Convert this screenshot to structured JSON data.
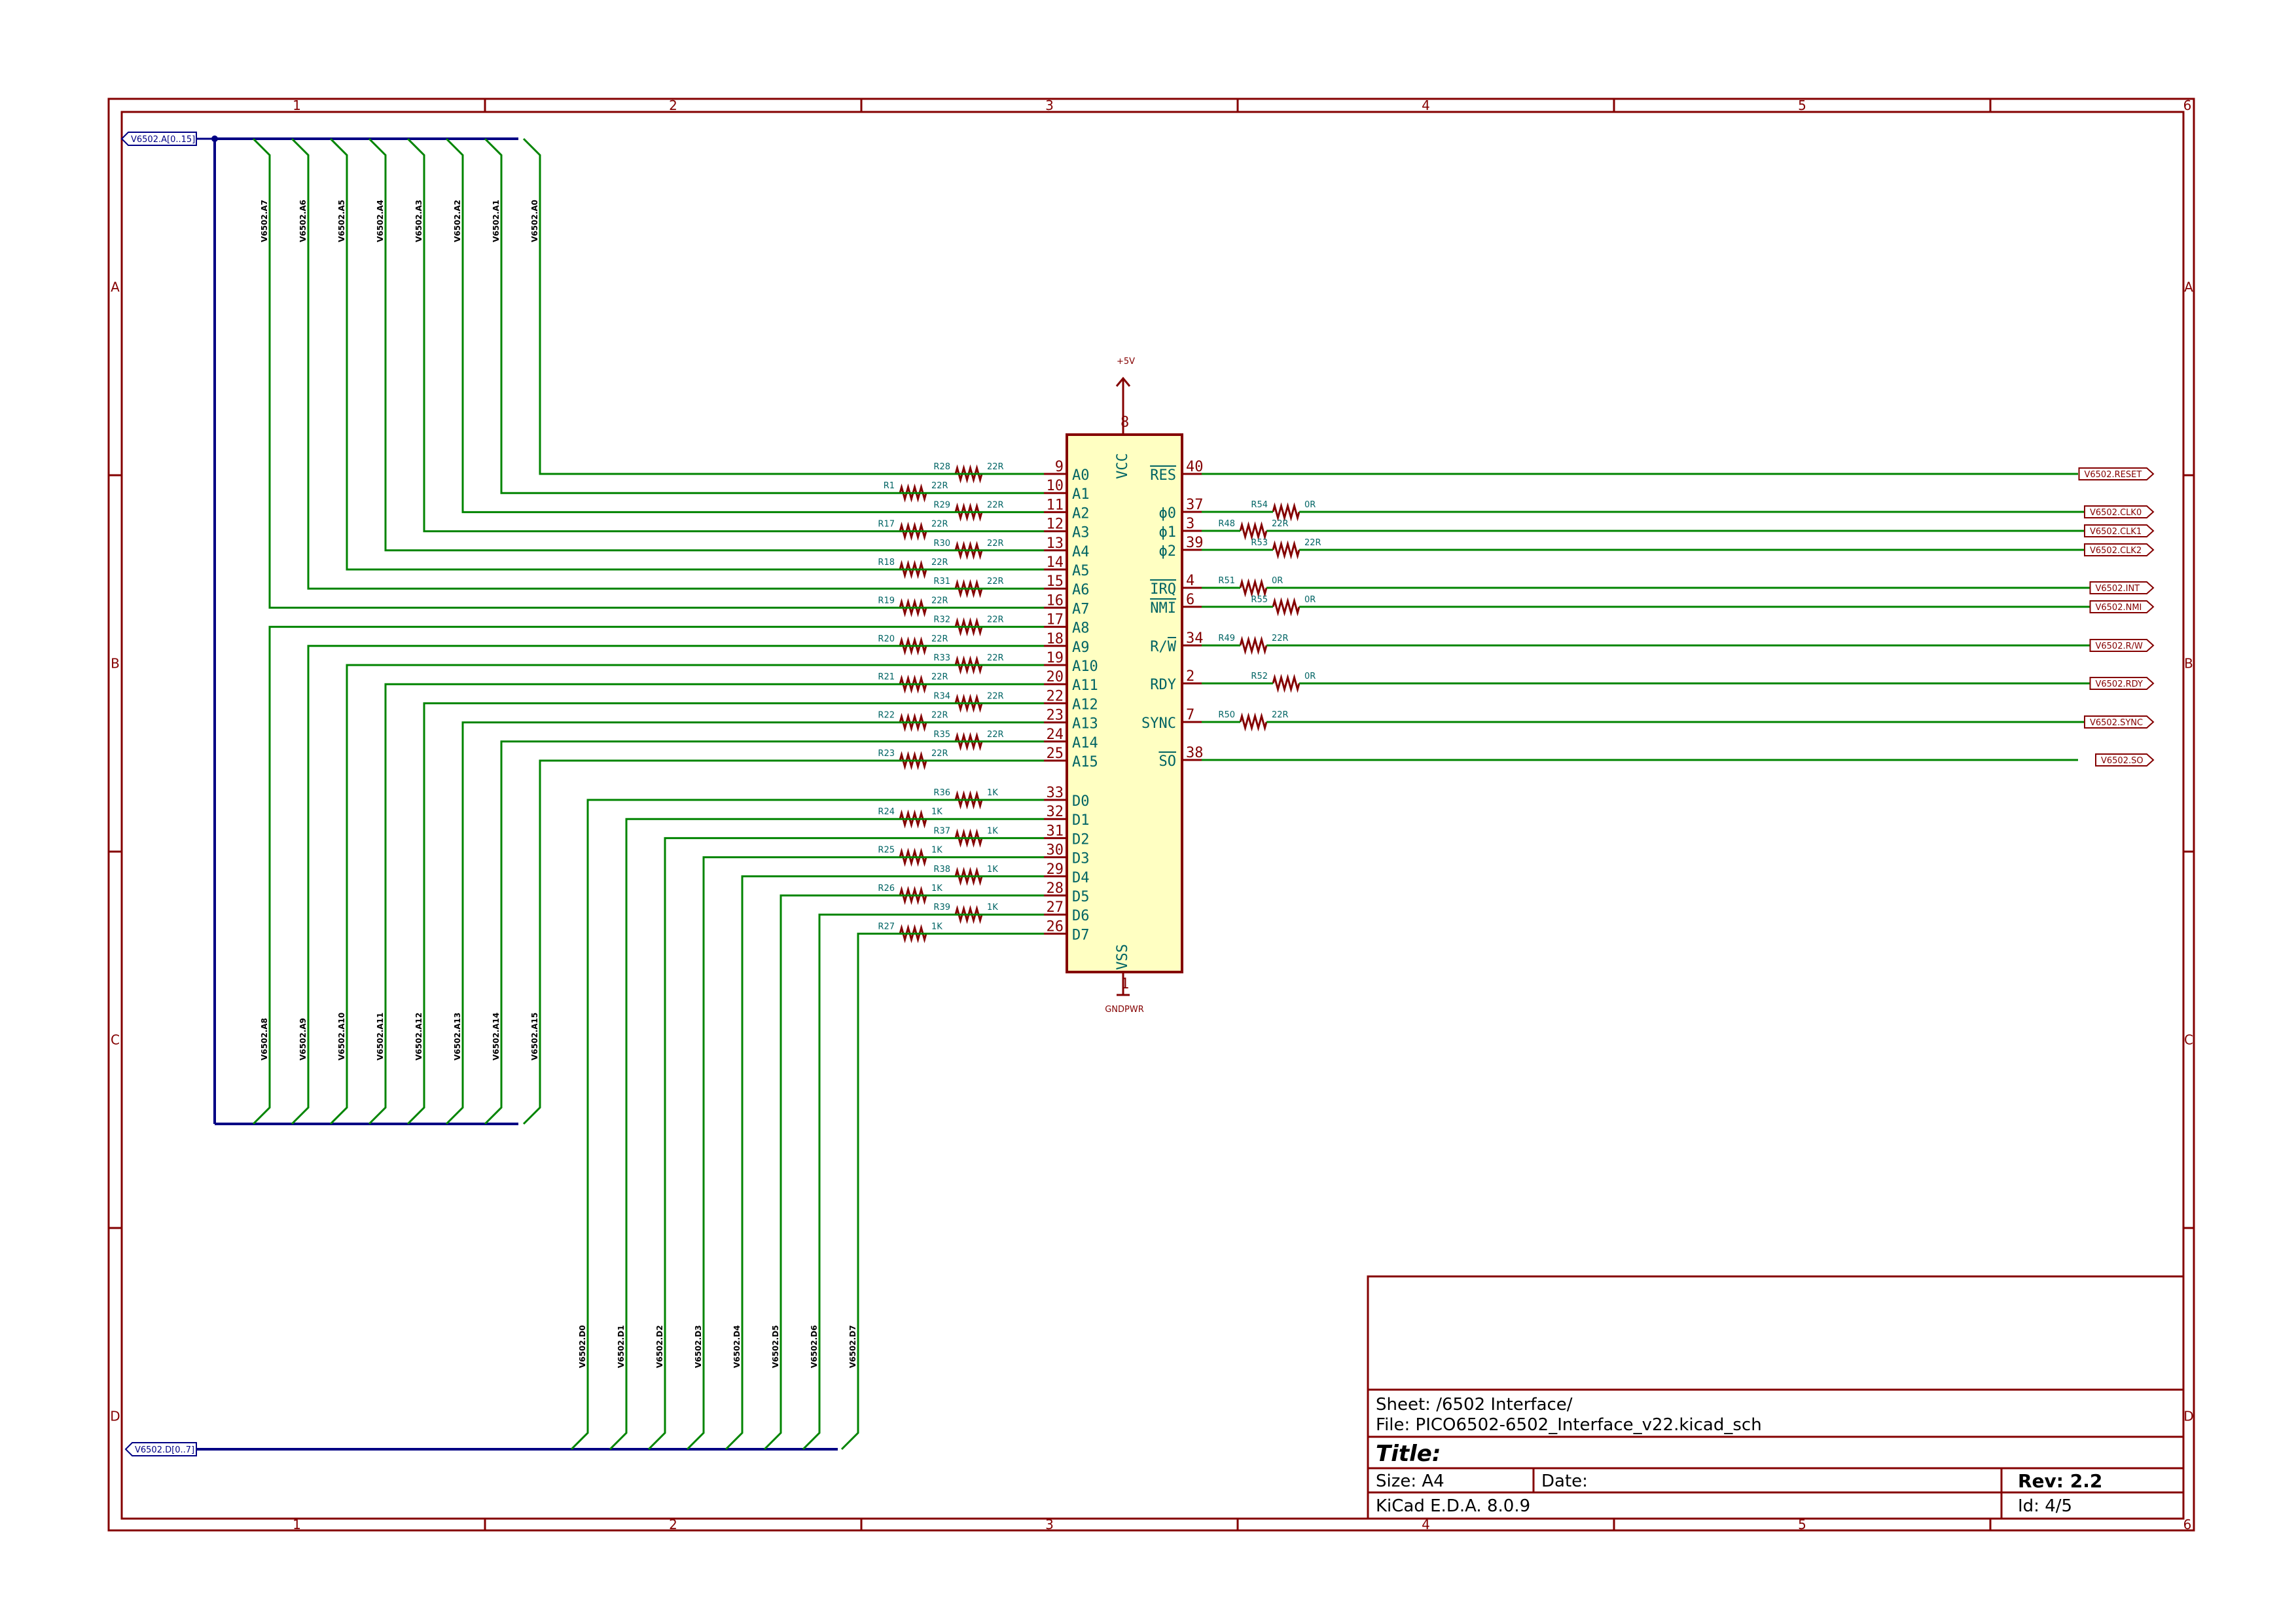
{
  "colors": {
    "frame": "#840000",
    "wire": "#008400",
    "bus": "#000084",
    "pin": "#840000",
    "body": "#ffffc2",
    "ref": "#006464",
    "label": "#840000",
    "text": "#000000"
  },
  "border": {
    "columns": [
      "1",
      "2",
      "3",
      "4",
      "5",
      "6"
    ],
    "rows": [
      "A",
      "B",
      "C",
      "D"
    ]
  },
  "chip": {
    "vcc": "VCC",
    "vss": "VSS",
    "vcc_pin": "8",
    "vss_pin": "1",
    "power_top": "+5V",
    "power_bottom": "GNDPWR",
    "left": [
      {
        "name": "A0",
        "pin": "9",
        "res": "R28",
        "val": "22R"
      },
      {
        "name": "A1",
        "pin": "10",
        "res": "R1",
        "val": "22R"
      },
      {
        "name": "A2",
        "pin": "11",
        "res": "R29",
        "val": "22R"
      },
      {
        "name": "A3",
        "pin": "12",
        "res": "R17",
        "val": "22R"
      },
      {
        "name": "A4",
        "pin": "13",
        "res": "R30",
        "val": "22R"
      },
      {
        "name": "A5",
        "pin": "14",
        "res": "R18",
        "val": "22R"
      },
      {
        "name": "A6",
        "pin": "15",
        "res": "R31",
        "val": "22R"
      },
      {
        "name": "A7",
        "pin": "16",
        "res": "R19",
        "val": "22R"
      },
      {
        "name": "A8",
        "pin": "17",
        "res": "R32",
        "val": "22R"
      },
      {
        "name": "A9",
        "pin": "18",
        "res": "R20",
        "val": "22R"
      },
      {
        "name": "A10",
        "pin": "19",
        "res": "R33",
        "val": "22R"
      },
      {
        "name": "A11",
        "pin": "20",
        "res": "R21",
        "val": "22R"
      },
      {
        "name": "A12",
        "pin": "22",
        "res": "R34",
        "val": "22R"
      },
      {
        "name": "A13",
        "pin": "23",
        "res": "R22",
        "val": "22R"
      },
      {
        "name": "A14",
        "pin": "24",
        "res": "R35",
        "val": "22R"
      },
      {
        "name": "A15",
        "pin": "25",
        "res": "R23",
        "val": "22R"
      },
      {
        "name": "D0",
        "pin": "33",
        "res": "R36",
        "val": "1K"
      },
      {
        "name": "D1",
        "pin": "32",
        "res": "R24",
        "val": "1K"
      },
      {
        "name": "D2",
        "pin": "31",
        "res": "R37",
        "val": "1K"
      },
      {
        "name": "D3",
        "pin": "30",
        "res": "R25",
        "val": "1K"
      },
      {
        "name": "D4",
        "pin": "29",
        "res": "R38",
        "val": "1K"
      },
      {
        "name": "D5",
        "pin": "28",
        "res": "R26",
        "val": "1K"
      },
      {
        "name": "D6",
        "pin": "27",
        "res": "R39",
        "val": "1K"
      },
      {
        "name": "D7",
        "pin": "26",
        "res": "R27",
        "val": "1K"
      }
    ],
    "right": [
      {
        "name": "RES",
        "pin": "40",
        "res": "",
        "val": "",
        "label": "V6502.RESET"
      },
      {
        "name": "ϕ0",
        "pin": "37",
        "res": "R54",
        "val": "0R",
        "label": "V6502.CLK0"
      },
      {
        "name": "ϕ1",
        "pin": "3",
        "res": "R48",
        "val": "22R",
        "label": "V6502.CLK1"
      },
      {
        "name": "ϕ2",
        "pin": "39",
        "res": "R53",
        "val": "22R",
        "label": "V6502.CLK2"
      },
      {
        "name": "IRQ",
        "pin": "4",
        "res": "R51",
        "val": "0R",
        "label": "V6502.INT"
      },
      {
        "name": "NMI",
        "pin": "6",
        "res": "R55",
        "val": "0R",
        "label": "V6502.NMI"
      },
      {
        "name": "R/W",
        "pin": "34",
        "res": "R49",
        "val": "22R",
        "label": "V6502.R/W"
      },
      {
        "name": "RDY",
        "pin": "2",
        "res": "R52",
        "val": "0R",
        "label": "V6502.RDY"
      },
      {
        "name": "SYNC",
        "pin": "7",
        "res": "R50",
        "val": "22R",
        "label": "V6502.SYNC"
      },
      {
        "name": "SO",
        "pin": "38",
        "res": "",
        "val": "",
        "label": "V6502.SO"
      }
    ]
  },
  "bus": {
    "addr_label": "V6502.A[0..15]",
    "data_label": "V6502.D[0..7]",
    "addr_top": [
      "V6502.A7",
      "V6502.A6",
      "V6502.A5",
      "V6502.A4",
      "V6502.A3",
      "V6502.A2",
      "V6502.A1",
      "V6502.A0"
    ],
    "addr_bottom": [
      "V6502.A8",
      "V6502.A9",
      "V6502.A10",
      "V6502.A11",
      "V6502.A12",
      "V6502.A13",
      "V6502.A14",
      "V6502.A15"
    ],
    "data": [
      "V6502.D0",
      "V6502.D1",
      "V6502.D2",
      "V6502.D3",
      "V6502.D4",
      "V6502.D5",
      "V6502.D6",
      "V6502.D7"
    ]
  },
  "title_block": {
    "sheet": "Sheet: /6502 Interface/",
    "file": "File: PICO6502-6502_Interface_v22.kicad_sch",
    "title": "Title:",
    "size": "Size: A4",
    "date": "Date:",
    "rev": "Rev: 2.2",
    "kicad": "KiCad E.D.A. 8.0.9",
    "id": "Id: 4/5"
  }
}
